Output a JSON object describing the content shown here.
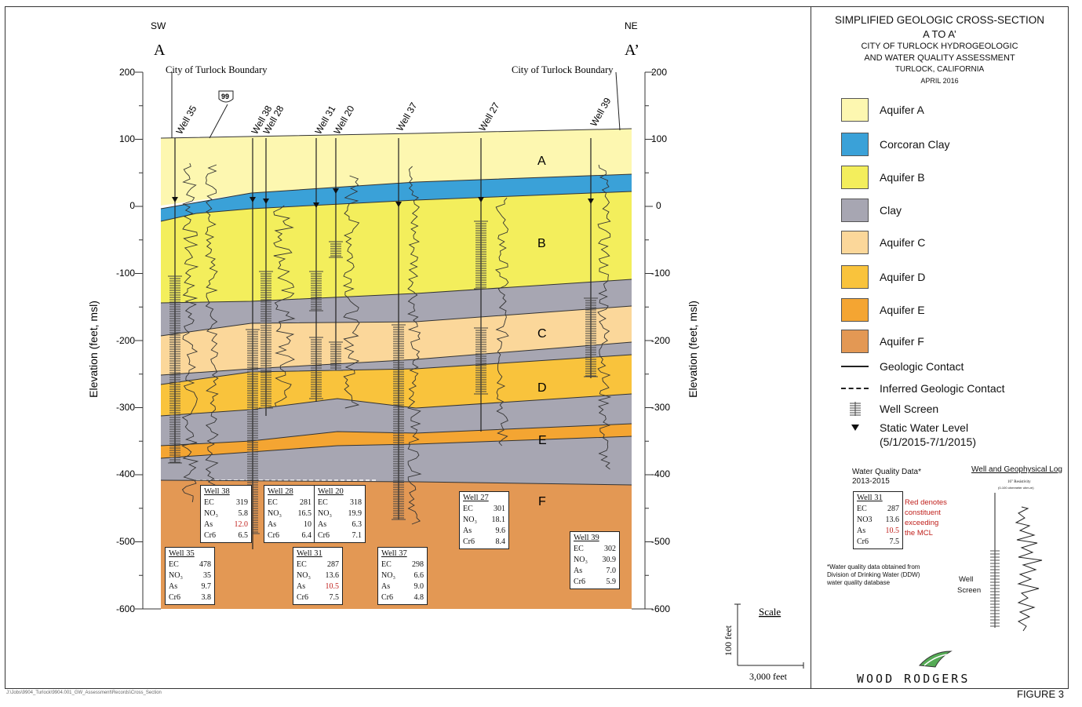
{
  "header": {
    "left_dir": "SW",
    "right_dir": "NE",
    "left_label": "A",
    "right_label": "A’",
    "boundary_label": "City of Turlock Boundary",
    "highway": "99"
  },
  "axis": {
    "y_label": "Elevation (feet, msl)",
    "ticks": [
      "200",
      "100",
      "0",
      "-100",
      "-200",
      "-300",
      "-400",
      "-500",
      "-600"
    ]
  },
  "wells": [
    "Well 35",
    "Well 38",
    "Well 28",
    "Well 31",
    "Well 20",
    "Well 37",
    "Well 27",
    "Well 39"
  ],
  "units": [
    "A",
    "B",
    "C",
    "D",
    "E",
    "F"
  ],
  "colors": {
    "aquifer_a": "#fdf7b0",
    "corcoran": "#3aa1d8",
    "aquifer_b": "#f3ee5c",
    "clay": "#a7a6b2",
    "aquifer_c": "#fbd79a",
    "aquifer_d": "#f9c33c",
    "aquifer_e": "#f4a532",
    "aquifer_f": "#e39854"
  },
  "wq_boxes": [
    {
      "title": "Well 38",
      "rows": [
        [
          "EC",
          "319"
        ],
        [
          "NO₃",
          "5.8"
        ],
        [
          "As",
          "12.0"
        ],
        [
          "Cr6",
          "6.5"
        ]
      ]
    },
    {
      "title": "Well 28",
      "rows": [
        [
          "EC",
          "281"
        ],
        [
          "NO₃",
          "16.5"
        ],
        [
          "As",
          "10"
        ],
        [
          "Cr6",
          "6.4"
        ]
      ]
    },
    {
      "title": "Well 20",
      "rows": [
        [
          "EC",
          "318"
        ],
        [
          "NO₃",
          "19.9"
        ],
        [
          "As",
          "6.3"
        ],
        [
          "Cr6",
          "7.1"
        ]
      ]
    },
    {
      "title": "Well 27",
      "rows": [
        [
          "EC",
          "301"
        ],
        [
          "NO₃",
          "18.1"
        ],
        [
          "As",
          "9.6"
        ],
        [
          "Cr6",
          "8.4"
        ]
      ]
    },
    {
      "title": "Well 35",
      "rows": [
        [
          "EC",
          "478"
        ],
        [
          "NO₃",
          "35"
        ],
        [
          "As",
          "9.7"
        ],
        [
          "Cr6",
          "3.8"
        ]
      ]
    },
    {
      "title": "Well 31",
      "rows": [
        [
          "EC",
          "287"
        ],
        [
          "NO₃",
          "13.6"
        ],
        [
          "As",
          "10.5"
        ],
        [
          "Cr6",
          "7.5"
        ]
      ]
    },
    {
      "title": "Well 37",
      "rows": [
        [
          "EC",
          "298"
        ],
        [
          "NO₃",
          "6.6"
        ],
        [
          "As",
          "9.0"
        ],
        [
          "Cr6",
          "4.8"
        ]
      ]
    },
    {
      "title": "Well 39",
      "rows": [
        [
          "EC",
          "302"
        ],
        [
          "NO₃",
          "30.9"
        ],
        [
          "As",
          "7.0"
        ],
        [
          "Cr6",
          "5.9"
        ]
      ]
    }
  ],
  "scale": {
    "title": "Scale",
    "vertical": "100 feet",
    "horizontal": "3,000 feet"
  },
  "footer_path": "J:\\Jobs\\9904_Turlock\\9904.001_GW_Assessment\\Records\\Cross_Section",
  "title_block": {
    "line1": "SIMPLIFIED GEOLOGIC CROSS-SECTION",
    "line2": "A TO A’",
    "line3": "CITY OF TURLOCK HYDROGEOLOGIC",
    "line4": "AND WATER QUALITY ASSESSMENT",
    "line5": "TURLOCK, CALIFORNIA",
    "line6": "APRIL 2016"
  },
  "legend": [
    {
      "label": "Aquifer A",
      "color": "#fdf7b0"
    },
    {
      "label": "Corcoran Clay",
      "color": "#3aa1d8"
    },
    {
      "label": "Aquifer B",
      "color": "#f3ee5c"
    },
    {
      "label": "Clay",
      "color": "#a7a6b2"
    },
    {
      "label": "Aquifer C",
      "color": "#fbd79a"
    },
    {
      "label": "Aquifer D",
      "color": "#f9c33c"
    },
    {
      "label": "Aquifer E",
      "color": "#f4a532"
    },
    {
      "label": "Aquifer F",
      "color": "#e39854"
    }
  ],
  "legend_symbols": {
    "contact": "Geologic Contact",
    "inferred": "Inferred Geologic Contact",
    "screen": "Well Screen",
    "swl": "Static Water Level",
    "swl_dates": "(5/1/2015-7/1/2015)"
  },
  "wq_legend": {
    "title": "Water Quality Data*",
    "years": "2013-2015",
    "box_title": "Well 31",
    "rows": [
      [
        "EC",
        "287"
      ],
      [
        "NO3",
        "13.6"
      ],
      [
        "As",
        "10.5"
      ],
      [
        "Cr6",
        "7.5"
      ]
    ],
    "red_note_1": "Red denotes",
    "red_note_2": "constituent",
    "red_note_3": "exceeding",
    "red_note_4": "the MCL",
    "footnote_1": "*Water quality data obtained from",
    "footnote_2": "Division of Drinking Water (DDW)",
    "footnote_3": "water quality database"
  },
  "log_legend": {
    "title": "Well and Geophysical Log",
    "sub1": "16\" Resistivity",
    "sub2": "(0-100 ohmmeter ohm-m)",
    "well": "Well",
    "screen": "Screen"
  },
  "logo": "WOOD RODGERS",
  "figure": "FIGURE 3"
}
